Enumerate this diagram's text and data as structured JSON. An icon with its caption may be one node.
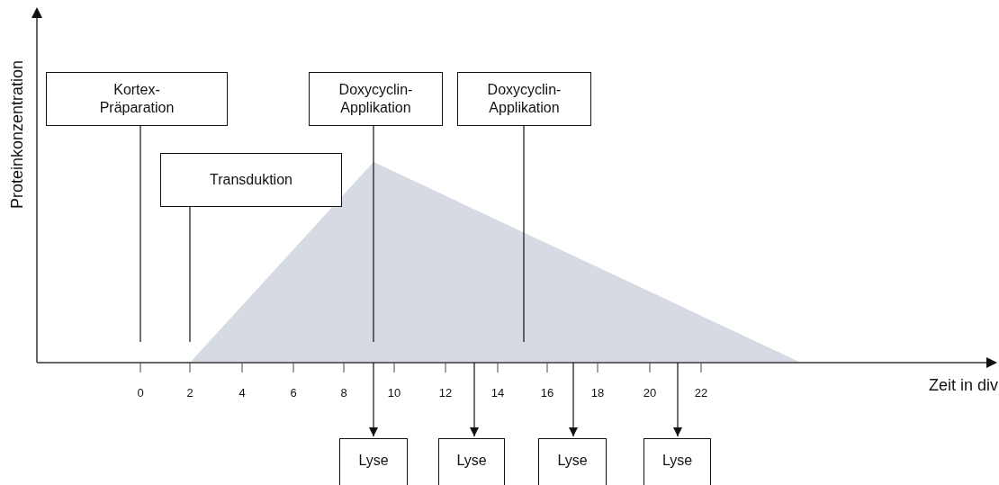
{
  "diagram": {
    "nodes": [
      {
        "text": [
          "Kortex- Präparation"
        ]
      },
      {
        "text": [
          "Doxycyclin- Applikation"
        ]
      },
      {
        "text": [
          "Doxycyclin- Applikation"
        ]
      },
      {
        "text": [
          "Transduktion"
        ]
      },
      {
        "text": [
          "Lyse"
        ]
      },
      {
        "text": [
          "Lyse"
        ]
      },
      {
        "text": [
          "Lyse"
        ]
      },
      {
        "text": [
          "Lyse"
        ]
      }
    ],
    "edges": [
      {
        "from": 0,
        "to": null,
        "arrow": "none"
      },
      {
        "from": 3,
        "to": null,
        "arrow": "none"
      },
      {
        "from": 1,
        "to": null,
        "arrow": "none"
      },
      {
        "from": 2,
        "to": null,
        "arrow": "none"
      },
      {
        "from": null,
        "to": 4,
        "arrow": "to"
      },
      {
        "from": null,
        "to": 5,
        "arrow": "to"
      },
      {
        "from": null,
        "to": 6,
        "arrow": "to"
      },
      {
        "from": null,
        "to": 7,
        "arrow": "to"
      }
    ],
    "labels": [
      "Proteinkonzentration",
      "0",
      "2",
      "4",
      "6",
      "8",
      "10",
      "12",
      "14",
      "16",
      "18",
      "20",
      "22",
      "Zeit in div"
    ]
  }
}
